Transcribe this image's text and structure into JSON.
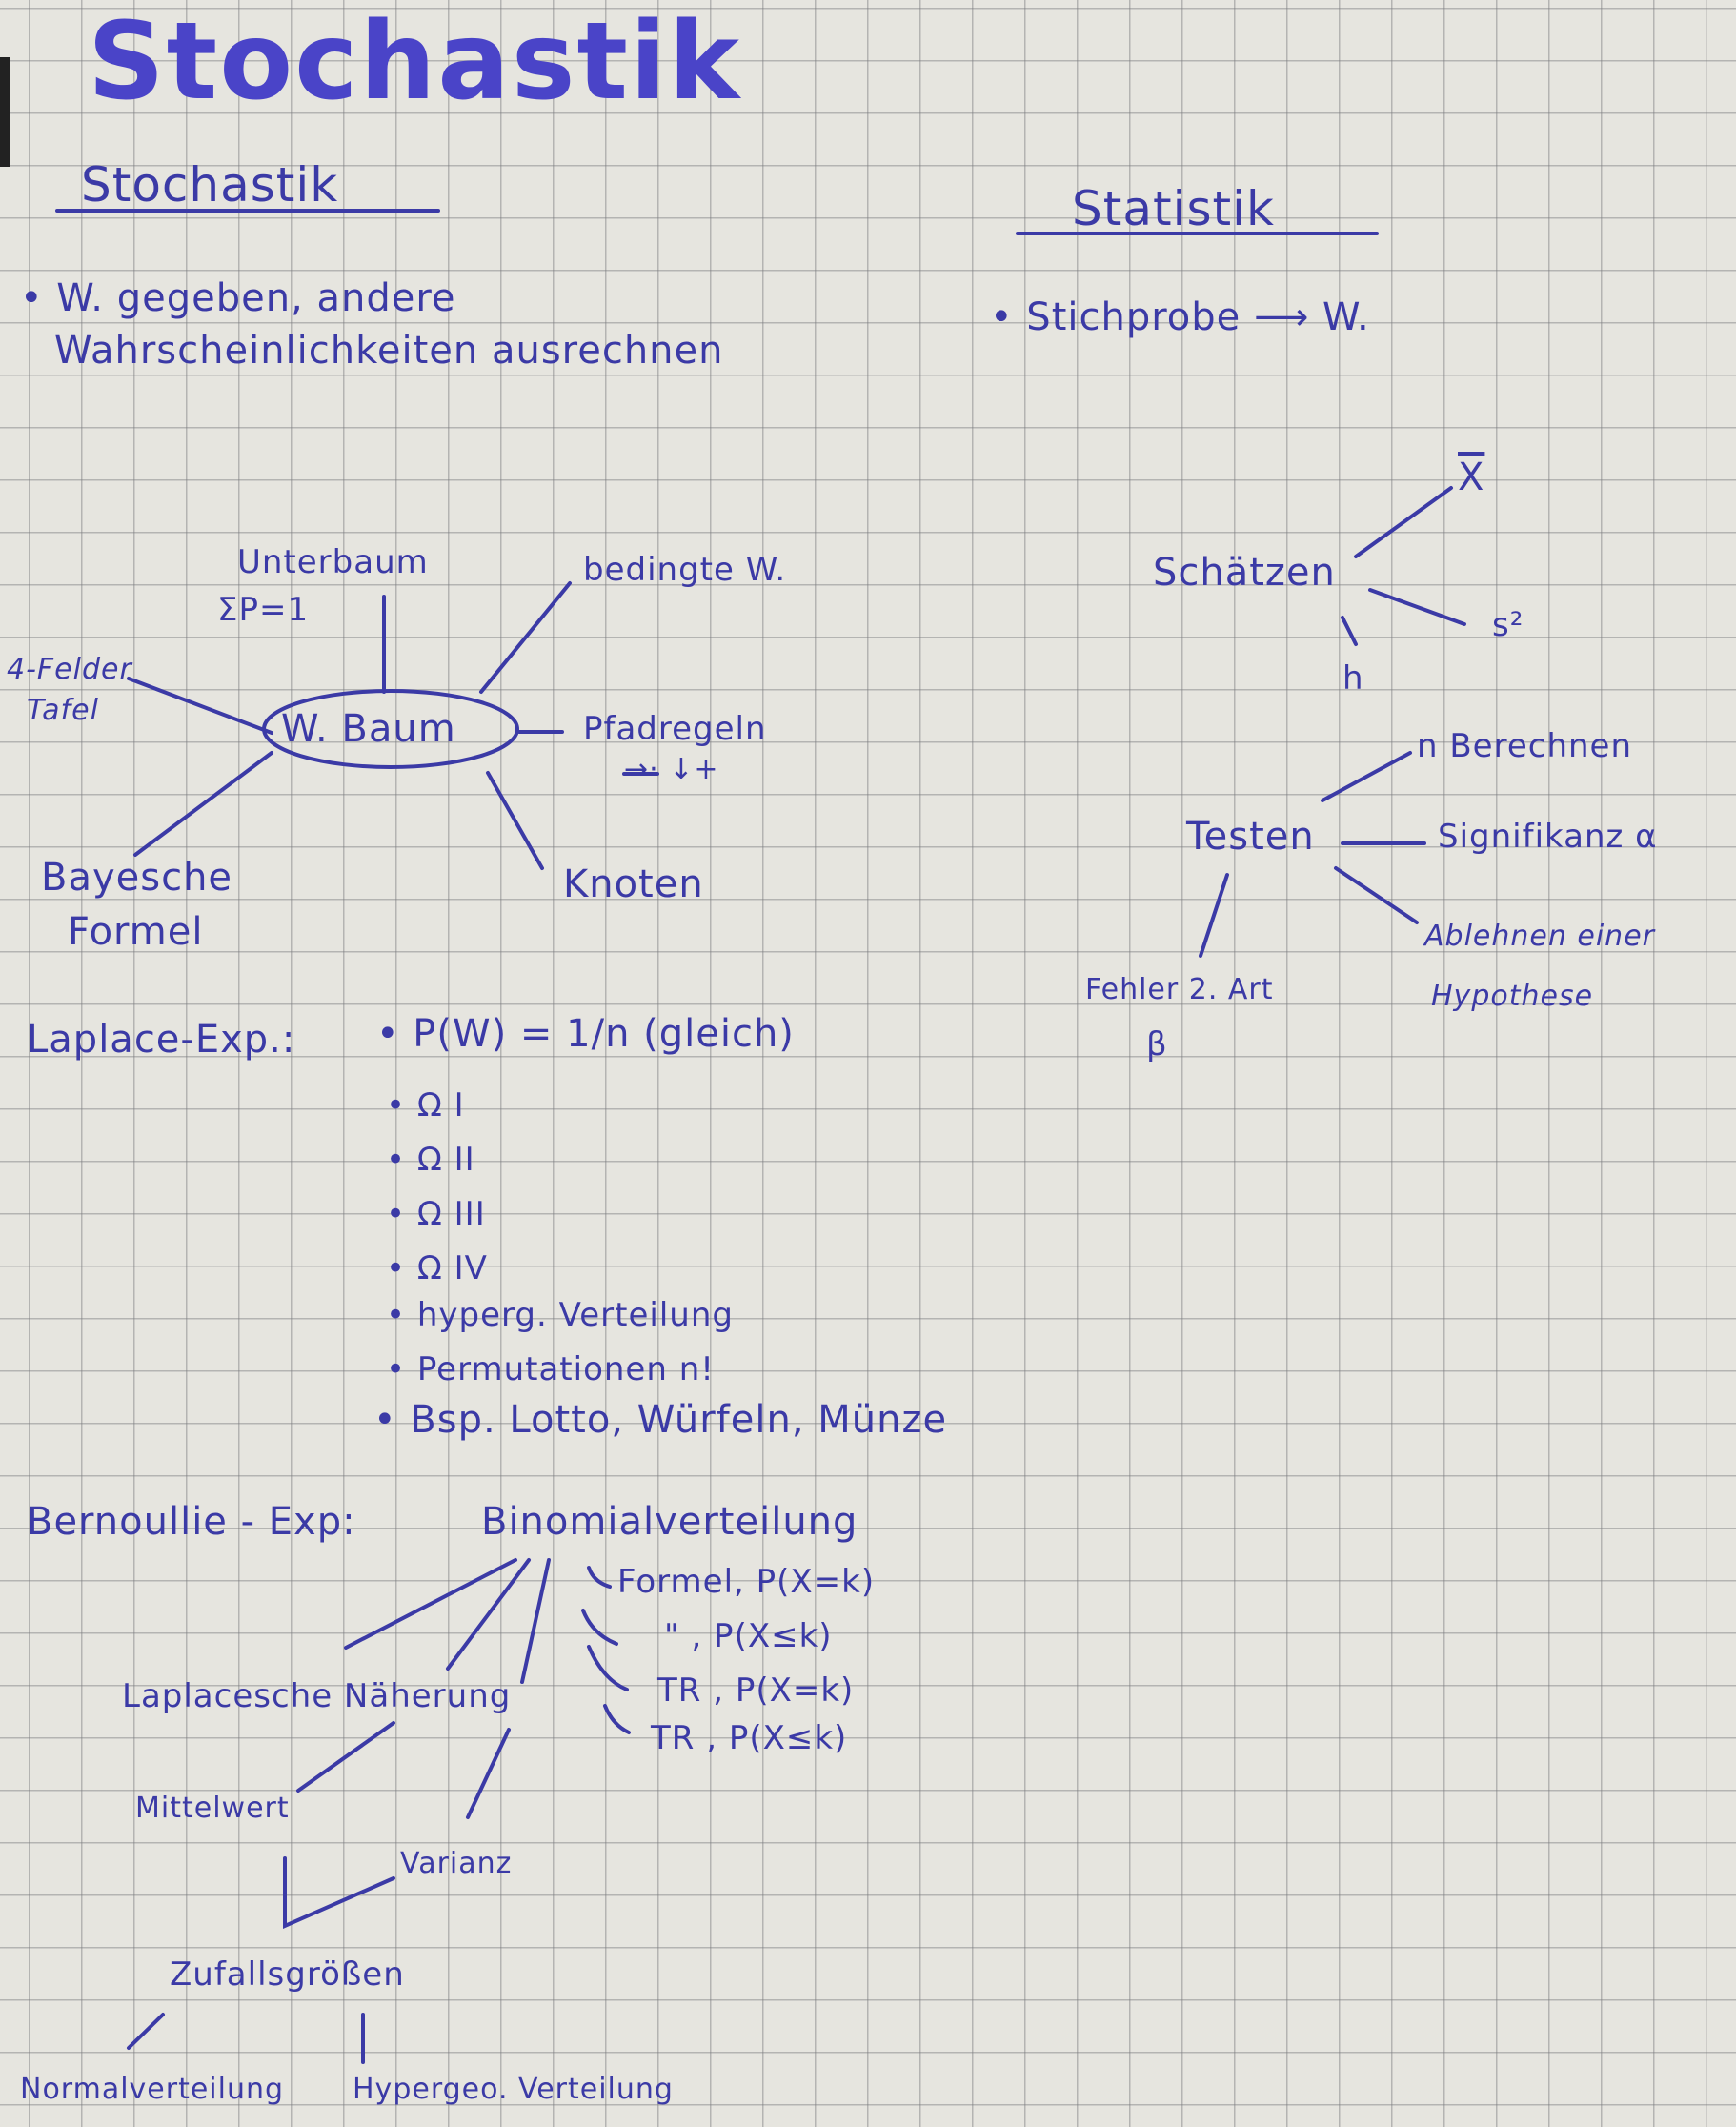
{
  "title": "Stochastik",
  "left_column": {
    "heading": "Stochastik",
    "bullet_line1": "• W. gegeben, andere",
    "bullet_line2": "Wahrscheinlichkeiten ausrechnen",
    "tree": {
      "center": "W. Baum",
      "unterbaum": "Unterbaum",
      "sum_rule": "ΣP=1",
      "bedingte": "bedingte W.",
      "vierfelder_1": "4-Felder",
      "vierfelder_2": "Tafel",
      "pfadregeln": "Pfadregeln",
      "pfad_symbols": "→·  ↓+",
      "knoten": "Knoten",
      "bayes_1": "Bayesche",
      "bayes_2": "Formel"
    },
    "laplace": {
      "label": "Laplace-Exp.:",
      "formula": "• P(W) = 1/n  (gleich)",
      "items": [
        "• Ω I",
        "• Ω II",
        "• Ω III",
        "• Ω IV",
        "• hyperg. Verteilung",
        "• Permutationen  n!",
        "• Bsp. Lotto, Würfeln, Münze"
      ]
    },
    "bernoulli": {
      "label": "Bernoullie - Exp:",
      "binomial": "Binomialverteilung",
      "formulas": [
        "Formel, P(X=k)",
        "\"  , P(X≤k)",
        "TR , P(X=k)",
        "TR , P(X≤k)"
      ],
      "naeherung": "Laplacesche Näherung",
      "mittelwert": "Mittelwert",
      "varianz": "Varianz",
      "zufallsgroessen": "Zufallsgrößen",
      "normal": "Normalverteilung",
      "hypergeo": "Hypergeo. Verteilung"
    }
  },
  "right_column": {
    "heading": "Statistik",
    "bullet": "• Stichprobe ⟶ W.",
    "schaetzen": {
      "label": "Schätzen",
      "xbar": "X",
      "s2": "s²",
      "h": "h"
    },
    "testen": {
      "label": "Testen",
      "n": "n Berechnen",
      "signifikanz": "Signifikanz α",
      "ablehnen_1": "Ablehnen einer",
      "ablehnen_2": "Hypothese",
      "fehler": "Fehler 2. Art",
      "beta": "β"
    }
  }
}
